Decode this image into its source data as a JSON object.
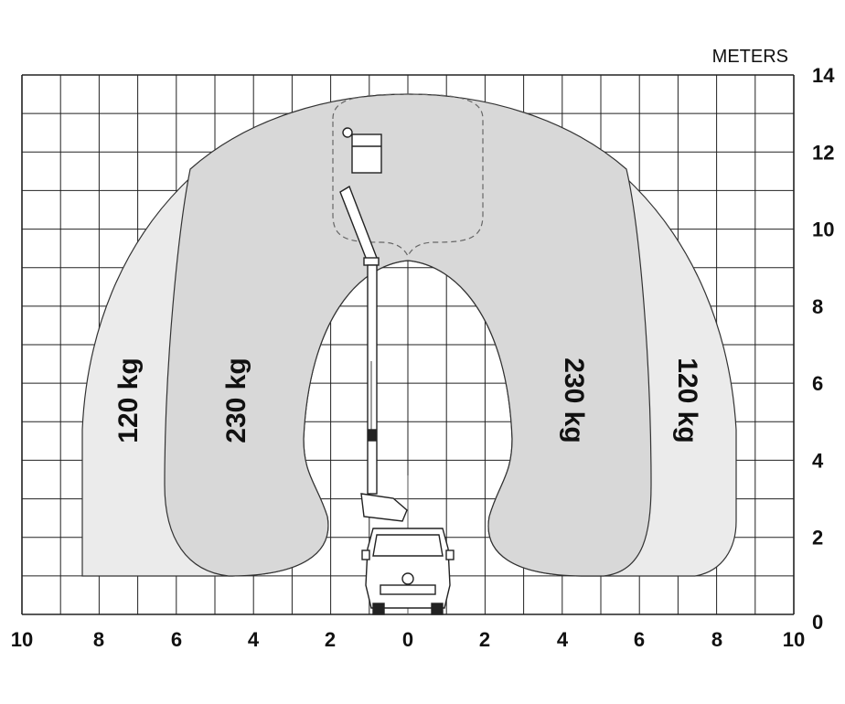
{
  "units_label": "METERS",
  "x_ticks": [
    "10",
    "8",
    "6",
    "4",
    "2",
    "0",
    "2",
    "4",
    "6",
    "8",
    "10"
  ],
  "y_ticks": [
    "0",
    "2",
    "4",
    "6",
    "8",
    "10",
    "12",
    "14"
  ],
  "zones": {
    "outer_left": "120 kg",
    "inner_left": "230 kg",
    "inner_right": "230 kg",
    "outer_right": "120 kg"
  },
  "colors": {
    "outer_zone": "#ebebeb",
    "inner_zone": "#d8d8d8",
    "grid": "#222222",
    "outline": "#333333"
  }
}
